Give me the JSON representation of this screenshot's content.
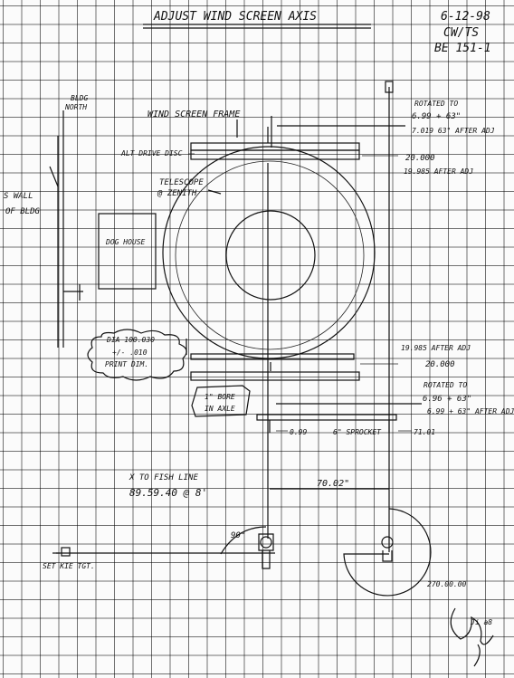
{
  "title": "ADJUST WIND SCREEN AXIS",
  "header": {
    "date": "6-12-98",
    "initials": "CW/TS",
    "book_ref": "BE 151-1"
  },
  "labels": {
    "bldg_north": [
      "BLDG",
      "NORTH"
    ],
    "wind_screen_frame": "WIND SCREEN FRAME",
    "alt_drive_disc": "ALT DRIVE DISC",
    "telescope_zenith": [
      "TELESCOPE",
      "@ ZENITH"
    ],
    "s_wall": [
      "S WALL",
      "OF BLDG"
    ],
    "dog_house": "DOG HOUSE",
    "dia_note": [
      "DIA 100.030",
      "+/- .010",
      "PRINT DIM."
    ],
    "bore_note": [
      "1\" BORE",
      "IN AXLE"
    ],
    "sprocket": "6\" SPROCKET",
    "fish_line": [
      "X TO FISH LINE",
      "89.59.40 @ 8'"
    ],
    "angle_90": "90°",
    "set_kie_tgt": "SET KIE TGT.",
    "signature": "Ji a8"
  },
  "measurements": {
    "rotated_top": [
      "ROTATED TO",
      "6.99 + 63\"",
      "7.019 63\" AFTER ADJ"
    ],
    "top_value": "20.000",
    "top_after": "19.985 AFTER ADJ",
    "lower_after": "19.985 AFTER ADJ",
    "lower_value": "20.000",
    "rotated_lower": [
      "ROTATED TO",
      "6.96 + 63\"",
      "6.99 + 63\" AFTER ADJ"
    ],
    "offset_left": "0.99",
    "offset_right": "71.01",
    "span": "70.02\"",
    "bottom_angle": "270.00.00"
  }
}
